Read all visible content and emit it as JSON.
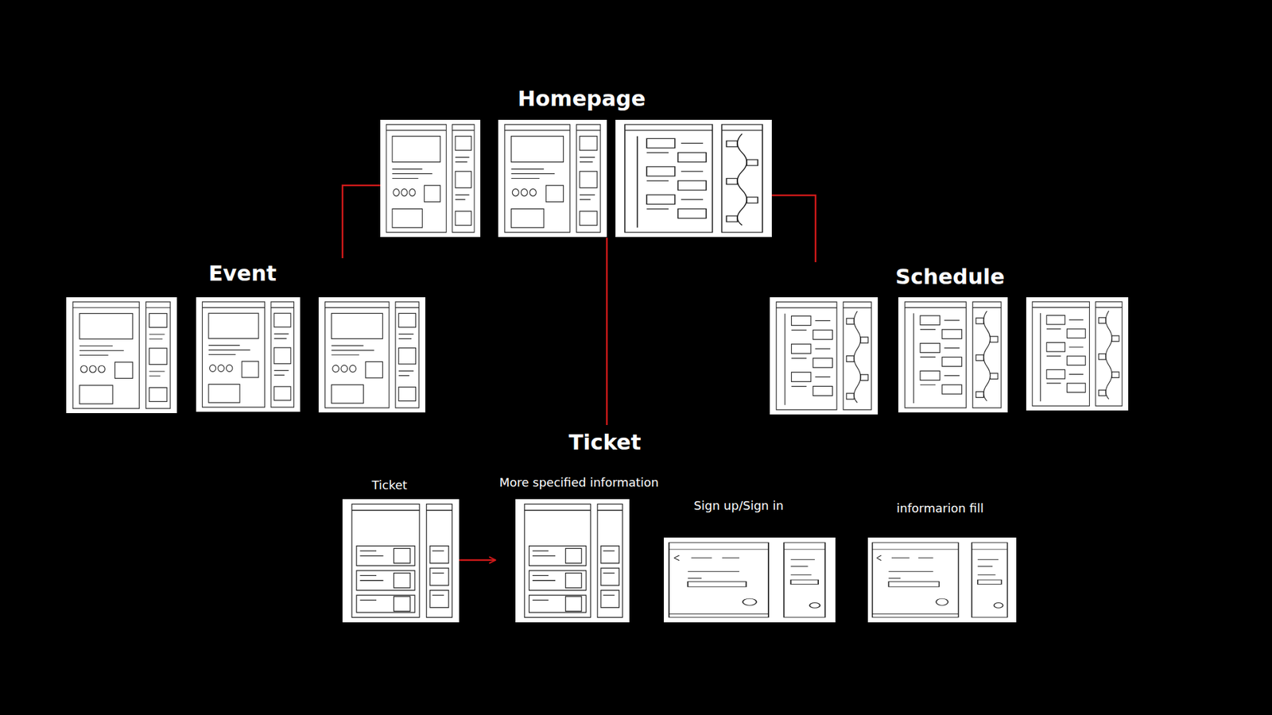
{
  "diagram": {
    "nodes": [
      {
        "text": [
          "Homepage"
        ]
      },
      {
        "text": [
          "Event"
        ]
      },
      {
        "text": [
          "Schedule"
        ]
      },
      {
        "text": [
          "Ticket"
        ]
      },
      {
        "text": [
          "Ticket"
        ],
        "in": 3
      },
      {
        "text": [
          "More specified information"
        ],
        "in": 3
      },
      {
        "text": [
          "Sign up/Sign in"
        ],
        "in": 3
      },
      {
        "text": [
          "informarion fill"
        ],
        "in": 3
      }
    ],
    "edges": [
      {
        "from": 0,
        "to": 1,
        "arrow": "none"
      },
      {
        "from": 0,
        "to": 2,
        "arrow": "none"
      },
      {
        "from": 0,
        "to": 3,
        "arrow": "none"
      },
      {
        "from": 4,
        "to": 5,
        "arrow": "to"
      }
    ]
  }
}
